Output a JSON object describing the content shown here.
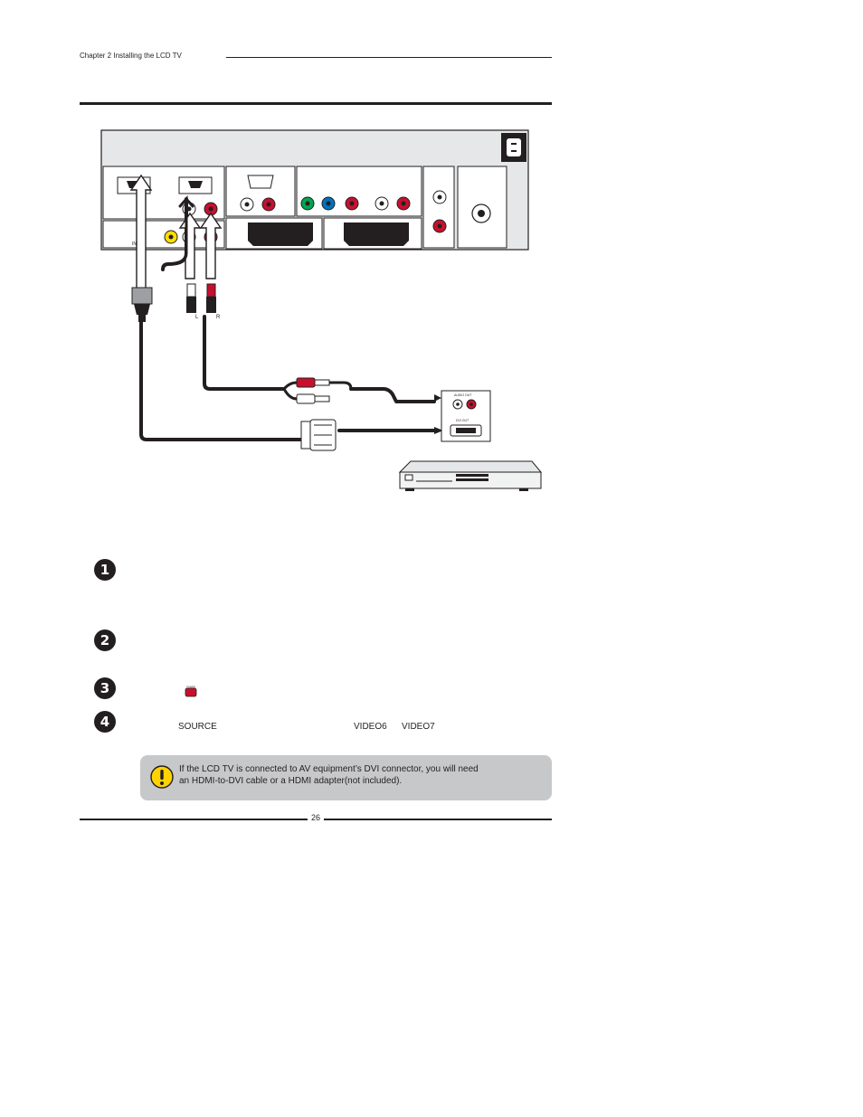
{
  "header": {
    "chapter": "Chapter 2 Installing the LCD TV"
  },
  "diagram": {
    "panel_labels": {
      "in_label": "IN",
      "plug_left": "L",
      "plug_right": "R"
    },
    "device_labels": {
      "audio_out": "AUDIO OUT",
      "dvi_out": "DVI OUT"
    }
  },
  "steps": [
    {
      "number": "1"
    },
    {
      "number": "2"
    },
    {
      "number": "3",
      "power_key": "POWER"
    },
    {
      "number": "4",
      "source_key": "SOURCE",
      "option_a": "VIDEO6",
      "option_b": "VIDEO7"
    }
  ],
  "note": {
    "line1": "If the LCD TV is connected to AV equipment’s DVI connector,  you will need",
    "line2": "an HDMI-to-DVI cable or a HDMI adapter(not included)."
  },
  "footer": {
    "page_number": "26"
  },
  "colors": {
    "note_bg": "#c7c8ca",
    "warning": "#ffd200",
    "red_jack": "#c8102e",
    "green_jack": "#00a650",
    "blue_jack": "#0072bc",
    "yellow_jack": "#ffde00"
  }
}
